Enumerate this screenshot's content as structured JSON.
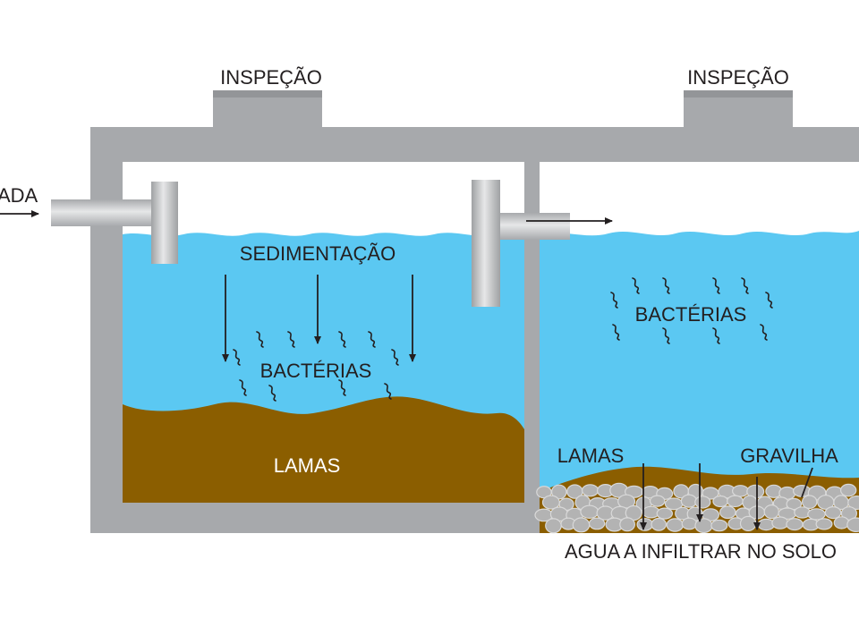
{
  "labels": {
    "inspection_left": "INSPEÇÃO",
    "inspection_right": "INSPEÇÃO",
    "inlet": "ADA",
    "sedimentation": "SEDIMENTAÇÃO",
    "bacteria_left": "BACTÉRIAS",
    "bacteria_right": "BACTÉRIAS",
    "sludge_left": "LAMAS",
    "sludge_right": "LAMAS",
    "gravel": "GRAVILHA",
    "infiltration": "AGUA A INFILTRAR NO SOLO"
  },
  "colors": {
    "concrete": "#a7a9ac",
    "concrete_dark": "#8a8c8e",
    "water": "#5bc8f2",
    "sludge": "#8b5e00",
    "pipe": "#c9cbcd",
    "gravel": "#b3b3b3",
    "text": "#231f20"
  }
}
